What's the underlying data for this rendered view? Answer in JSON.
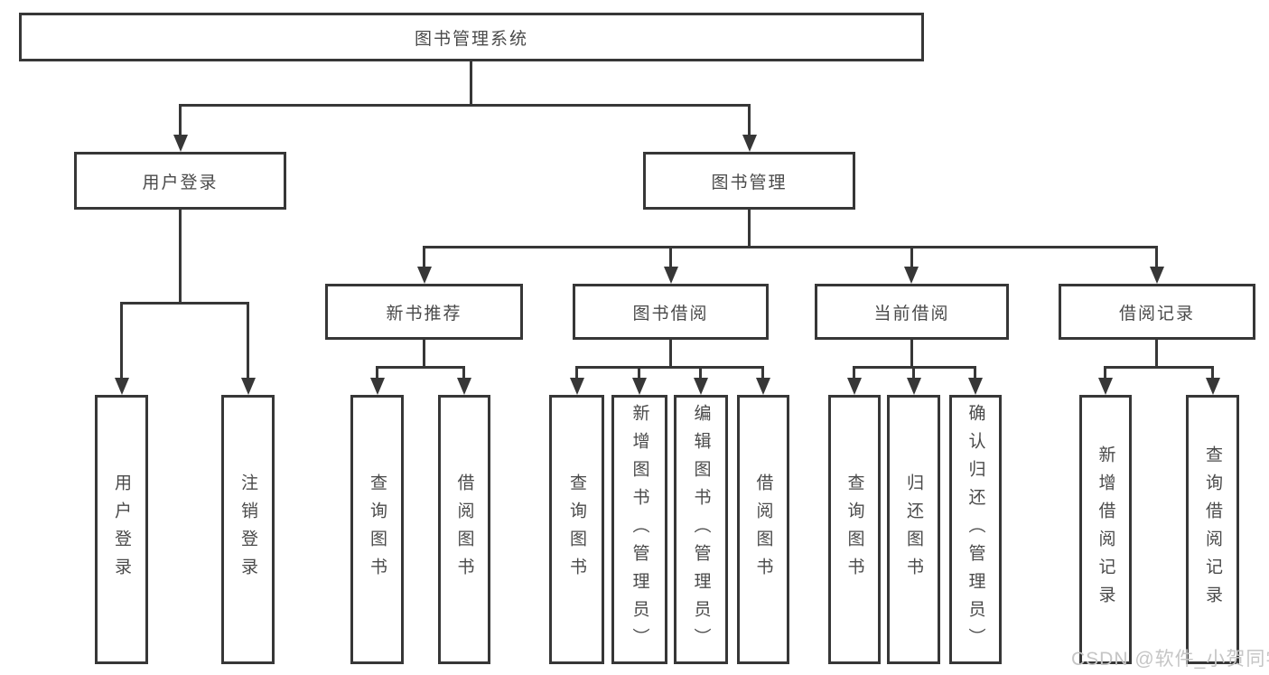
{
  "diagram": {
    "type": "tree",
    "root": {
      "label": "图书管理系统"
    },
    "branches": [
      {
        "label": "用户登录",
        "children": [
          {
            "label": "用户登录"
          },
          {
            "label": "注销登录"
          }
        ]
      },
      {
        "label": "图书管理",
        "children": [
          {
            "label": "新书推荐",
            "children": [
              {
                "label": "查询图书"
              },
              {
                "label": "借阅图书"
              }
            ]
          },
          {
            "label": "图书借阅",
            "children": [
              {
                "label": "查询图书"
              },
              {
                "label": "新增图书（管理员）"
              },
              {
                "label": "编辑图书（管理员）"
              },
              {
                "label": "借阅图书"
              }
            ]
          },
          {
            "label": "当前借阅",
            "children": [
              {
                "label": "查询图书"
              },
              {
                "label": "归还图书"
              },
              {
                "label": "确认归还（管理员）"
              }
            ]
          },
          {
            "label": "借阅记录",
            "children": [
              {
                "label": "新增借阅记录"
              },
              {
                "label": "查询借阅记录"
              }
            ]
          }
        ]
      }
    ]
  },
  "watermark": {
    "text": "CSDN @软件_小贺同学"
  },
  "colors": {
    "line": "#373737",
    "box_border": "#373737",
    "text": "#4a4a4a",
    "watermark": "#c5c5c5",
    "background": "#ffffff"
  }
}
